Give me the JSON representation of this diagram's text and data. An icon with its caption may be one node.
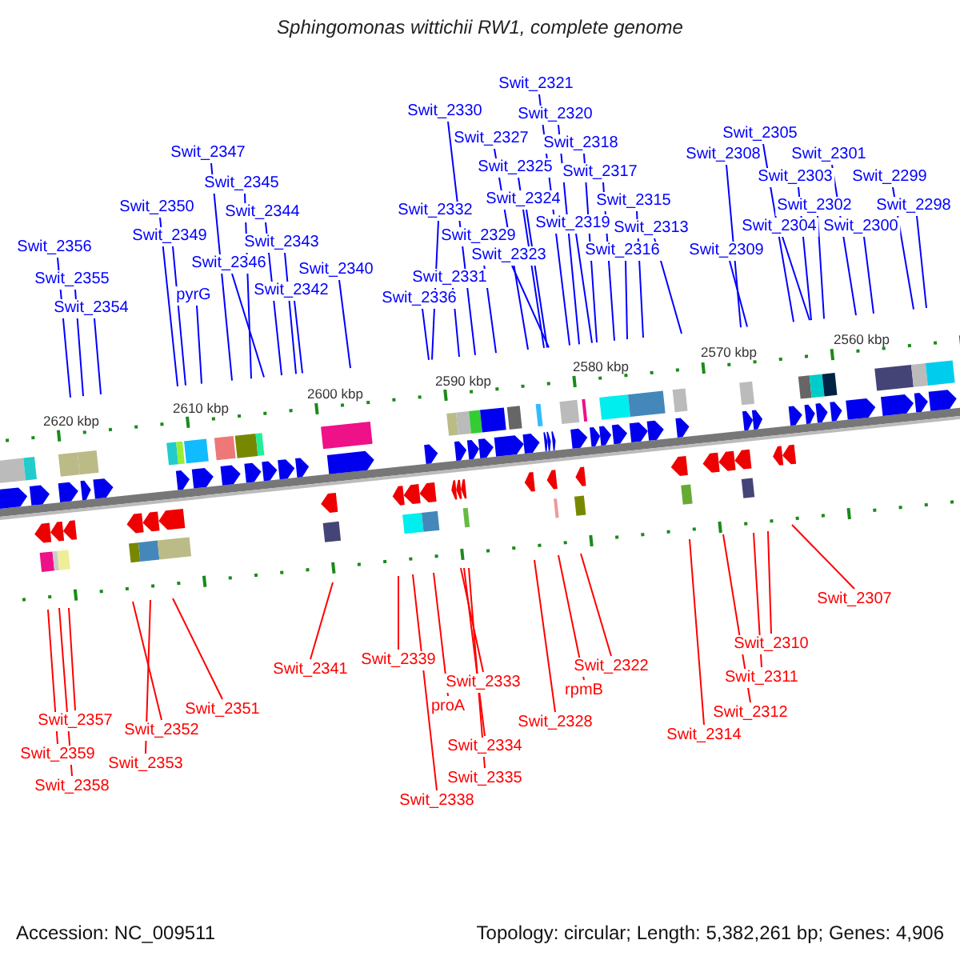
{
  "diagram": {
    "title": "Sphingomonas wittichii RW1, complete genome",
    "nodes": [
      {
        "text": [
          "Swit_2356"
        ]
      },
      {
        "text": [
          "Swit_2355"
        ]
      },
      {
        "text": [
          "Swit_2354"
        ]
      },
      {
        "text": [
          "Swit_2350"
        ]
      },
      {
        "text": [
          "Swit_2349"
        ]
      },
      {
        "text": [
          "pyrG"
        ]
      },
      {
        "text": [
          "Swit_2347"
        ]
      },
      {
        "text": [
          "Swit_2345"
        ]
      },
      {
        "text": [
          "Swit_2346"
        ]
      },
      {
        "text": [
          "Swit_2344"
        ]
      },
      {
        "text": [
          "Swit_2343"
        ]
      },
      {
        "text": [
          "Swit_2342"
        ]
      },
      {
        "text": [
          "Swit_2340"
        ]
      },
      {
        "text": [
          "Swit_2330"
        ]
      },
      {
        "text": [
          "Swit_2327"
        ]
      },
      {
        "text": [
          "Swit_2325"
        ]
      },
      {
        "text": [
          "Swit_2324"
        ]
      },
      {
        "text": [
          "Swit_2332"
        ]
      },
      {
        "text": [
          "Swit_2329"
        ]
      },
      {
        "text": [
          "Swit_2331"
        ]
      },
      {
        "text": [
          "Swit_2336"
        ]
      },
      {
        "text": [
          "Swit_2323"
        ]
      },
      {
        "text": [
          "Swit_2321"
        ]
      },
      {
        "text": [
          "Swit_2320"
        ]
      },
      {
        "text": [
          "Swit_2318"
        ]
      },
      {
        "text": [
          "Swit_2317"
        ]
      },
      {
        "text": [
          "Swit_2319"
        ]
      },
      {
        "text": [
          "Swit_2315"
        ]
      },
      {
        "text": [
          "Swit_2316"
        ]
      },
      {
        "text": [
          "Swit_2313"
        ]
      },
      {
        "text": [
          "Swit_2305"
        ]
      },
      {
        "text": [
          "Swit_2308"
        ]
      },
      {
        "text": [
          "Swit_2301"
        ]
      },
      {
        "text": [
          "Swit_2303"
        ]
      },
      {
        "text": [
          "Swit_2302"
        ]
      },
      {
        "text": [
          "Swit_2299"
        ]
      },
      {
        "text": [
          "Swit_2298"
        ]
      },
      {
        "text": [
          "Swit_2304"
        ]
      },
      {
        "text": [
          "Swit_2300"
        ]
      },
      {
        "text": [
          "Swit_2309"
        ]
      },
      {
        "text": [
          "Swit_2357"
        ]
      },
      {
        "text": [
          "Swit_2359"
        ]
      },
      {
        "text": [
          "Swit_2358"
        ]
      },
      {
        "text": [
          "Swit_2352"
        ]
      },
      {
        "text": [
          "Swit_2353"
        ]
      },
      {
        "text": [
          "Swit_2351"
        ]
      },
      {
        "text": [
          "Swit_2341"
        ]
      },
      {
        "text": [
          "Swit_2339"
        ]
      },
      {
        "text": [
          "proA"
        ]
      },
      {
        "text": [
          "Swit_2333"
        ]
      },
      {
        "text": [
          "Swit_2334"
        ]
      },
      {
        "text": [
          "Swit_2335"
        ]
      },
      {
        "text": [
          "Swit_2338"
        ]
      },
      {
        "text": [
          "Swit_2328"
        ]
      },
      {
        "text": [
          "rpmB"
        ]
      },
      {
        "text": [
          "Swit_2322"
        ]
      },
      {
        "text": [
          "Swit_2314"
        ]
      },
      {
        "text": [
          "Swit_2310"
        ]
      },
      {
        "text": [
          "Swit_2311"
        ]
      },
      {
        "text": [
          "Swit_2312"
        ]
      },
      {
        "text": [
          "Swit_2307"
        ]
      }
    ],
    "edges": [
      {
        "from": 0,
        "to": null,
        "arrow": "none"
      },
      {
        "from": 1,
        "to": null,
        "arrow": "none"
      },
      {
        "from": 2,
        "to": null,
        "arrow": "none"
      },
      {
        "from": 3,
        "to": null,
        "arrow": "none"
      },
      {
        "from": 4,
        "to": null,
        "arrow": "none"
      },
      {
        "from": 5,
        "to": null,
        "arrow": "none"
      },
      {
        "from": 6,
        "to": null,
        "arrow": "none"
      },
      {
        "from": 7,
        "to": null,
        "arrow": "none"
      },
      {
        "from": 8,
        "to": null,
        "arrow": "none"
      },
      {
        "from": 9,
        "to": null,
        "arrow": "none"
      },
      {
        "from": 10,
        "to": null,
        "arrow": "none"
      },
      {
        "from": 11,
        "to": null,
        "arrow": "none"
      },
      {
        "from": 12,
        "to": null,
        "arrow": "none"
      },
      {
        "from": 13,
        "to": null,
        "arrow": "none"
      },
      {
        "from": 14,
        "to": null,
        "arrow": "none"
      },
      {
        "from": 15,
        "to": null,
        "arrow": "none"
      },
      {
        "from": 16,
        "to": null,
        "arrow": "none"
      },
      {
        "from": 17,
        "to": null,
        "arrow": "none"
      },
      {
        "from": 18,
        "to": null,
        "arrow": "none"
      },
      {
        "from": 19,
        "to": null,
        "arrow": "none"
      },
      {
        "from": 20,
        "to": null,
        "arrow": "none"
      },
      {
        "from": 21,
        "to": null,
        "arrow": "none"
      },
      {
        "from": 22,
        "to": null,
        "arrow": "none"
      },
      {
        "from": 23,
        "to": null,
        "arrow": "none"
      },
      {
        "from": 24,
        "to": null,
        "arrow": "none"
      },
      {
        "from": 25,
        "to": null,
        "arrow": "none"
      },
      {
        "from": 26,
        "to": null,
        "arrow": "none"
      },
      {
        "from": 27,
        "to": null,
        "arrow": "none"
      },
      {
        "from": 28,
        "to": null,
        "arrow": "none"
      },
      {
        "from": 29,
        "to": null,
        "arrow": "none"
      },
      {
        "from": 30,
        "to": null,
        "arrow": "none"
      },
      {
        "from": 31,
        "to": null,
        "arrow": "none"
      },
      {
        "from": 32,
        "to": null,
        "arrow": "none"
      },
      {
        "from": 33,
        "to": null,
        "arrow": "none"
      },
      {
        "from": 34,
        "to": null,
        "arrow": "none"
      },
      {
        "from": 35,
        "to": null,
        "arrow": "none"
      },
      {
        "from": 36,
        "to": null,
        "arrow": "none"
      },
      {
        "from": 37,
        "to": null,
        "arrow": "none"
      },
      {
        "from": 38,
        "to": null,
        "arrow": "none"
      },
      {
        "from": 39,
        "to": null,
        "arrow": "none"
      },
      {
        "from": 40,
        "to": null,
        "arrow": "none",
        "color": "#ff0000"
      },
      {
        "from": 41,
        "to": null,
        "arrow": "none",
        "color": "#ff0000"
      },
      {
        "from": 42,
        "to": null,
        "arrow": "none",
        "color": "#ff0000"
      },
      {
        "from": 43,
        "to": null,
        "arrow": "none",
        "color": "#ff0000"
      },
      {
        "from": 44,
        "to": null,
        "arrow": "none",
        "color": "#ff0000"
      },
      {
        "from": 45,
        "to": null,
        "arrow": "none",
        "color": "#ff0000"
      },
      {
        "from": 46,
        "to": null,
        "arrow": "none",
        "color": "#ff0000"
      },
      {
        "from": 47,
        "to": null,
        "arrow": "none",
        "color": "#ff0000"
      },
      {
        "from": 48,
        "to": null,
        "arrow": "none",
        "color": "#ff0000"
      },
      {
        "from": 49,
        "to": null,
        "arrow": "none",
        "color": "#ff0000"
      },
      {
        "from": 50,
        "to": null,
        "arrow": "none",
        "color": "#ff0000"
      },
      {
        "from": 51,
        "to": null,
        "arrow": "none",
        "color": "#ff0000"
      },
      {
        "from": 52,
        "to": null,
        "arrow": "none",
        "color": "#ff0000"
      },
      {
        "from": 53,
        "to": null,
        "arrow": "none",
        "color": "#ff0000"
      },
      {
        "from": 54,
        "to": null,
        "arrow": "none",
        "color": "#ff0000"
      },
      {
        "from": 55,
        "to": null,
        "arrow": "none",
        "color": "#ff0000"
      },
      {
        "from": 56,
        "to": null,
        "arrow": "none",
        "color": "#ff0000"
      },
      {
        "from": 57,
        "to": null,
        "arrow": "none",
        "color": "#ff0000"
      },
      {
        "from": 58,
        "to": null,
        "arrow": "none",
        "color": "#ff0000"
      },
      {
        "from": 59,
        "to": null,
        "arrow": "none",
        "color": "#ff0000"
      },
      {
        "from": 60,
        "to": null,
        "arrow": "none",
        "color": "#ff0000"
      }
    ],
    "labels": [
      "2620 kbp",
      "2610 kbp",
      "2600 kbp",
      "2590 kbp",
      "2580 kbp",
      "2570 kbp",
      "2560 kbp",
      "Accession: NC_009511",
      "Topology: circular; Length: 5,382,261 bp; Genes: 4,906"
    ]
  }
}
